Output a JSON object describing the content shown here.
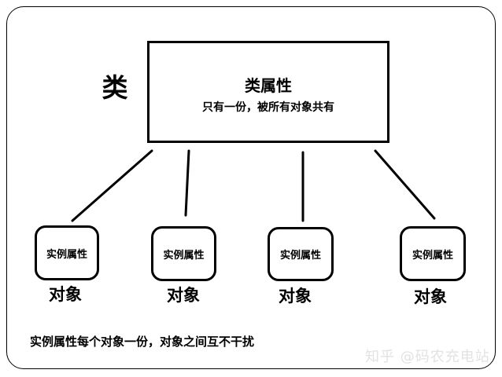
{
  "diagram": {
    "class_label": "类",
    "class_attr_box": {
      "title": "类属性",
      "subtitle": "只有一份，被所有对象共有"
    },
    "instances": [
      {
        "box_label": "实例属性",
        "object_label": "对象"
      },
      {
        "box_label": "实例属性",
        "object_label": "对象"
      },
      {
        "box_label": "实例属性",
        "object_label": "对象"
      },
      {
        "box_label": "实例属性",
        "object_label": "对象"
      }
    ],
    "caption": "实例属性每个对象一份，对象之间互不干扰",
    "watermark": "知乎 @码农充电站",
    "colors": {
      "ink": "#000000",
      "background": "#ffffff",
      "watermark": "#e2e2e2"
    }
  }
}
